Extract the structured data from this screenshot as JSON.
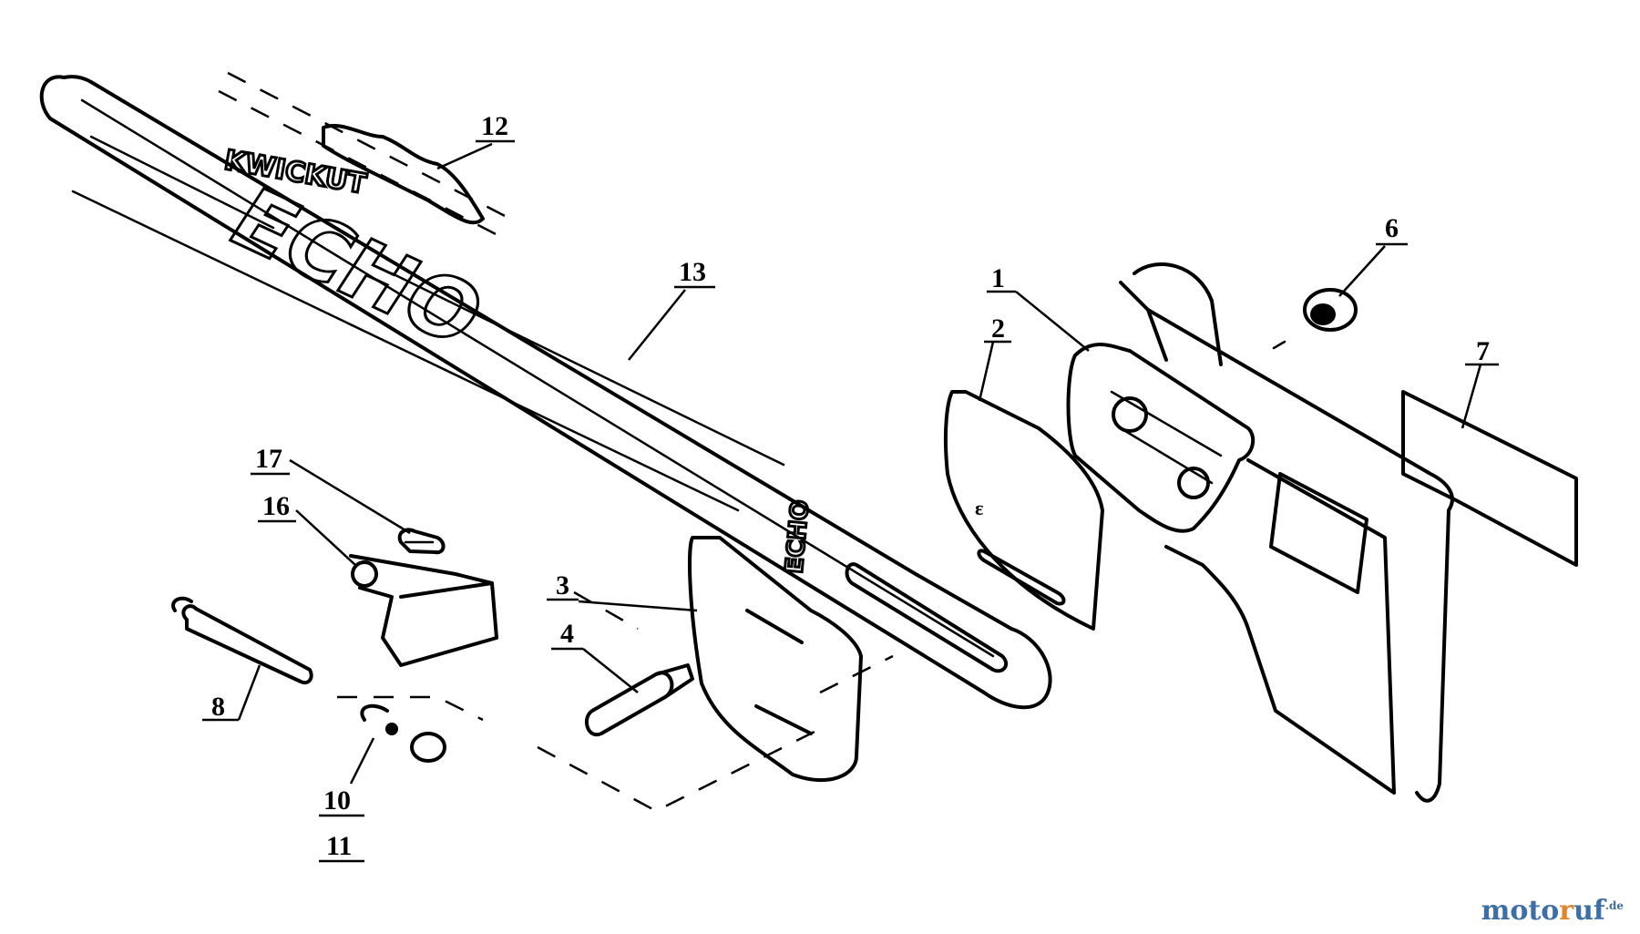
{
  "callouts": [
    {
      "id": "c1",
      "label": "1"
    },
    {
      "id": "c2",
      "label": "2"
    },
    {
      "id": "c3",
      "label": "3"
    },
    {
      "id": "c4",
      "label": "4"
    },
    {
      "id": "c6",
      "label": "6"
    },
    {
      "id": "c7",
      "label": "7"
    },
    {
      "id": "c8",
      "label": "8"
    },
    {
      "id": "c10",
      "label": "10"
    },
    {
      "id": "c11",
      "label": "11"
    },
    {
      "id": "c12",
      "label": "12"
    },
    {
      "id": "c13",
      "label": "13"
    },
    {
      "id": "c16",
      "label": "16"
    },
    {
      "id": "c17",
      "label": "17"
    }
  ],
  "bar_brand_small": "KWICKUT",
  "bar_brand_large": "ECHO",
  "plate_brand": "ECHO",
  "watermark": {
    "part1": "moto",
    "part2": "r",
    "part3": "uf",
    "suffix": ".de"
  }
}
